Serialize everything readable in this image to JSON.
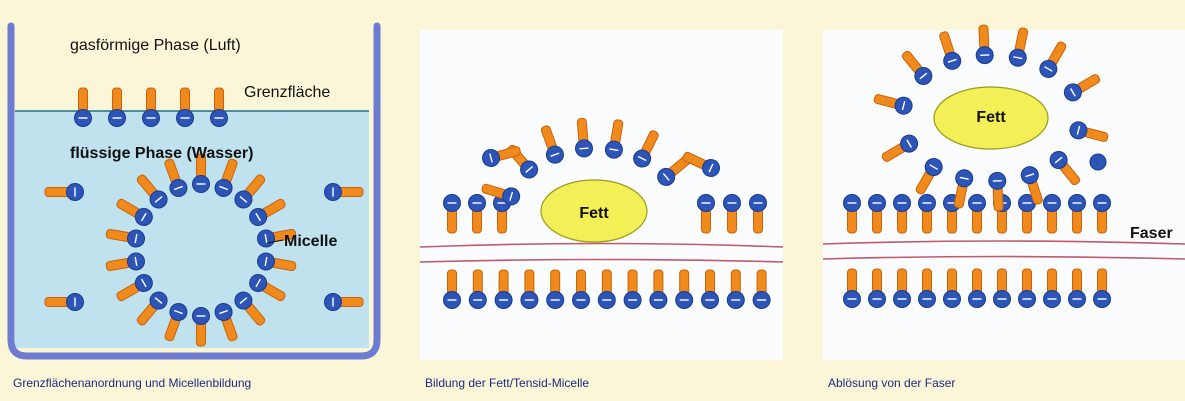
{
  "panels": [
    {
      "caption": "Grenzflächenanordnung und Micellenbildung",
      "labels": {
        "gas_phase": "gasförmige Phase (Luft)",
        "interface": "Grenzfläche",
        "liquid_phase": "flüssige Phase (Wasser)",
        "micelle": "Micelle"
      }
    },
    {
      "caption": "Bildung der Fett/Tensid-Micelle",
      "labels": {
        "fat": "Fett"
      }
    },
    {
      "caption": "Ablösung von der Faser",
      "labels": {
        "fat": "Fett",
        "fiber": "Faser"
      }
    }
  ],
  "colors": {
    "background": "#fcf6d8",
    "water": "#bfe2ee",
    "container": "#6d7bd0",
    "tail": "#f08a1c",
    "head": "#2d55b8",
    "fat": "#f3ef57",
    "panel": "#fbfcfd"
  }
}
